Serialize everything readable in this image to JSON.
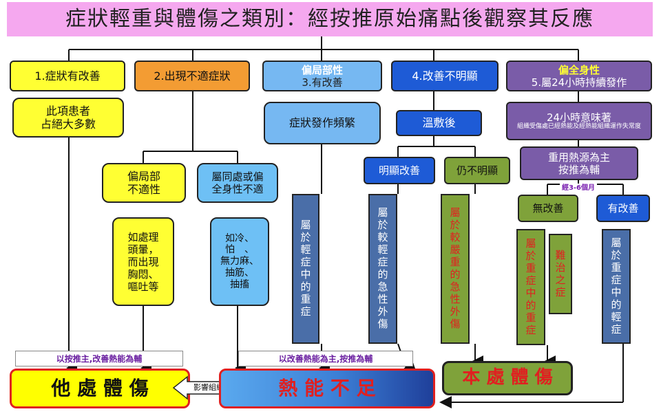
{
  "title": "症狀輕重與體傷之類別：經按推原始痛點後觀察其反應",
  "categories": {
    "c1": "1.症狀有改善",
    "c2": "2.出現不適症狀",
    "c3_top": "偏局部性",
    "c3_bottom": "3.有改善",
    "c4": "4.改善不明顯",
    "c5_top": "偏全身性",
    "c5_bottom": "5.屬24小時持續發作"
  },
  "nodes": {
    "c1_note": "此項患者\n占絕大多數",
    "c2_local": "偏局部\n不適性",
    "c2_local_detail": "如處理\n頭暈，\n而出現\n胸悶、\n嘔吐等",
    "c2_whole": "屬同處或偏\n全身性不適",
    "c2_whole_detail": "如冷、\n怕　、\n無力麻、\n抽筋、\n抽搐",
    "c3_note": "症狀發作頻繁",
    "c4_step": "溫敷後",
    "c4_improved": "明顯改善",
    "c4_unclear": "仍不明顯",
    "c5_note_title": "24小時意味著",
    "c5_note_sub": "組織受傷處已經熱能及經熱能組織運作失常度",
    "c5_strategy": "重用熱源為主\n按推為輔",
    "c5_duration": "經3-6個月",
    "c5_noimprove": "無改善",
    "c5_improve": "有改善"
  },
  "columns": {
    "c3_mild": "屬於輕症中的重症",
    "c4_acute": "屬於較輕症的急性外傷",
    "c4_severe_acute": "屬於較嚴重的急性外傷",
    "c5_serious": "屬於重症中的重症",
    "c5_hard": "難治之症",
    "c5_light": "屬於重症中的輕症"
  },
  "notes": {
    "left_treatment": "以按推主,改善熱能為輔",
    "mid_treatment": "以改善熱能為主,按推為輔",
    "arrow_label": "影響組織運作"
  },
  "outcomes": {
    "other": "他 處 體 傷",
    "heat": "熱 能 不 足",
    "local": "本 處 體 傷"
  }
}
